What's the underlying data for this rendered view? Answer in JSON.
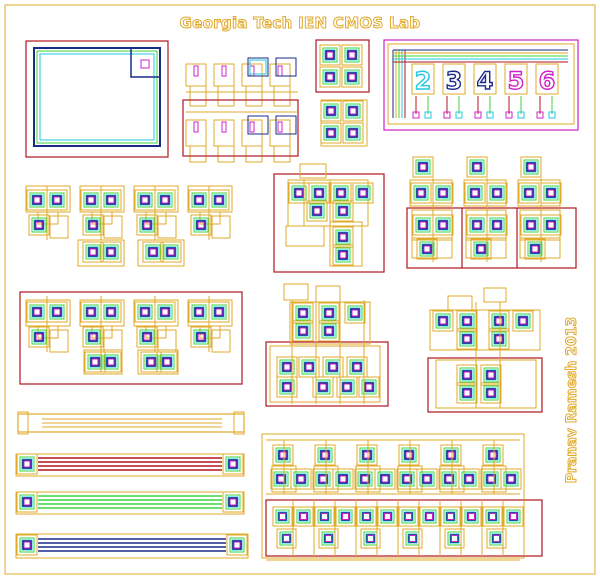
{
  "title": "Georgia Tech IEN CMOS Lab",
  "author": "Pranav Ramesh 2013",
  "digits": [
    "2",
    "3",
    "4",
    "5",
    "6"
  ],
  "colors": {
    "background": "#ffffff",
    "gold": "#e0a92a",
    "red": "#b01620",
    "navy": "#1a2a8a",
    "green": "#3bd63b",
    "cyan": "#22c9e0",
    "magenta": "#d020c8",
    "title_outline": "#e0a92a"
  },
  "layers": [
    "poly-gold",
    "well-red",
    "metal-navy",
    "active-green",
    "contact-magenta",
    "via-cyan"
  ]
}
